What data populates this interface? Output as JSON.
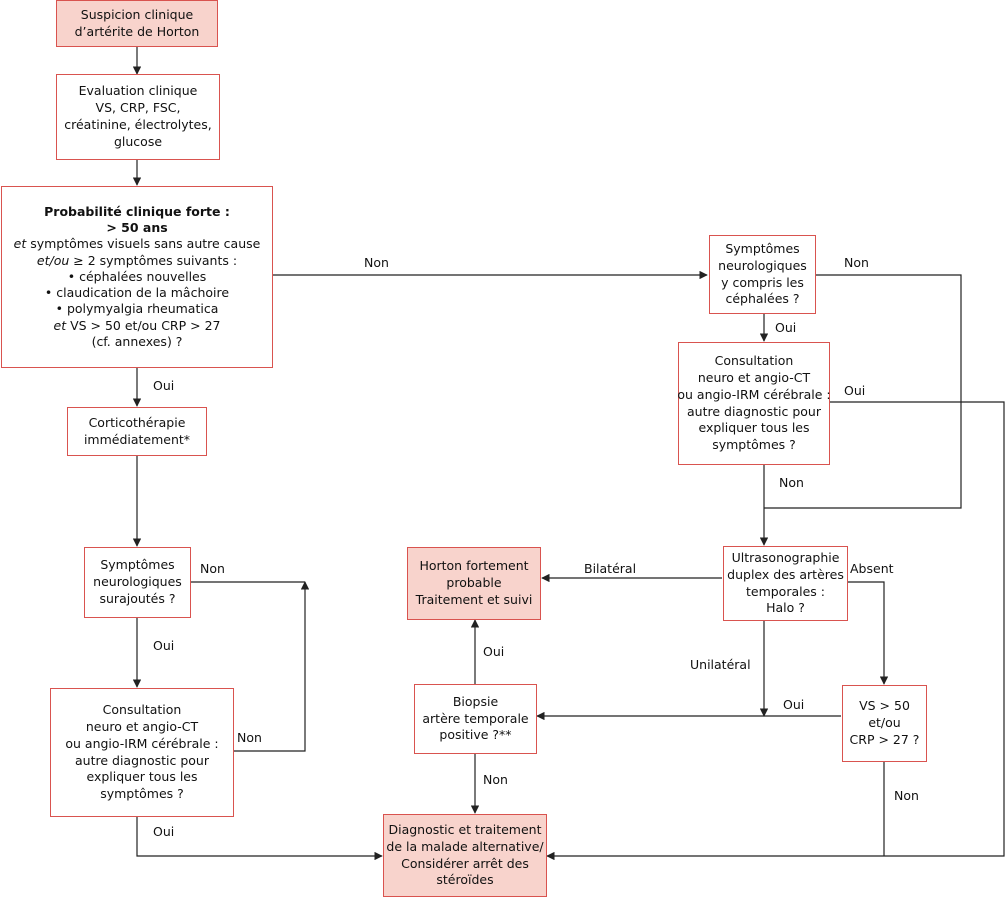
{
  "nodes": {
    "suspicion": [
      "Suspicion clinique",
      "d’artérite de Horton"
    ],
    "evaluation": [
      "Evaluation clinique",
      "VS, CRP, FSC,",
      "créatinine, électrolytes,",
      "glucose"
    ],
    "probabilite": {
      "title": "Probabilité clinique forte :",
      "age": "> 50 ans",
      "l1_em": "et",
      "l1": " symptômes visuels sans autre cause",
      "l2_em": "et/ou",
      "l2": " ≥ 2 symptômes suivants :",
      "b1": "• céphalées nouvelles",
      "b2": "• claudication de la mâchoire",
      "b3": "• polymyalgia rheumatica",
      "l3_em": "et",
      "l3": " VS > 50 et/ou CRP > 27",
      "l4": "(cf. annexes) ?"
    },
    "cortico": [
      "Corticothérapie",
      "immédiatement*"
    ],
    "sympt_sur": [
      "Symptômes",
      "neurologiques",
      "surajoutés ?"
    ],
    "consult_left": [
      "Consultation",
      "neuro et angio-CT",
      "ou angio-IRM cérébrale :",
      "autre diagnostic pour",
      "expliquer tous les",
      "symptômes ?"
    ],
    "sympt_neuro": [
      "Symptômes",
      "neurologiques",
      "y compris les",
      "céphalées ?"
    ],
    "consult_right": [
      "Consultation",
      "neuro et angio-CT",
      "ou angio-IRM cérébrale :",
      "autre diagnostic pour",
      "expliquer tous les",
      "symptômes ?"
    ],
    "horton": [
      "Horton fortement",
      "probable",
      "Traitement et suivi"
    ],
    "ultra": [
      "Ultrasonographie",
      "duplex des artères",
      "temporales :",
      "Halo ?"
    ],
    "biopsie": [
      "Biopsie",
      "artère temporale",
      "positive ?**"
    ],
    "vs": [
      "VS > 50",
      "et/ou",
      "CRP > 27 ?"
    ],
    "diagnostic": [
      "Diagnostic et traitement",
      "de la malade alternative/",
      "Considérer arrêt des",
      "stéroïdes"
    ]
  },
  "edge_labels": {
    "oui_prob": "Oui",
    "non_prob": "Non",
    "oui_sympt_neuro": "Oui",
    "non_sympt_neuro": "Non",
    "oui_consult_right": "Oui",
    "non_consult_right": "Non",
    "non_sympt_sur": "Non",
    "oui_sympt_sur": "Oui",
    "non_consult_left": "Non",
    "oui_consult_left": "Oui",
    "bilateral": "Bilatéral",
    "absent": "Absent",
    "unilateral": "Unilatéral",
    "oui_vs": "Oui",
    "non_vs": "Non",
    "oui_biopsie": "Oui",
    "non_biopsie": "Non"
  },
  "colors": {
    "border": "#d9534f",
    "fill": "#f8d3cc",
    "line": "#222222"
  }
}
